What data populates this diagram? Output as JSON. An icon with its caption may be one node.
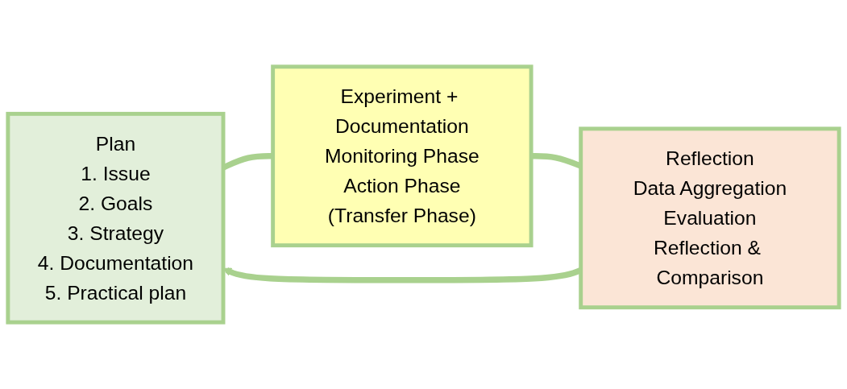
{
  "diagram": {
    "nodes": [
      {
        "text": [
          "Plan",
          "1. Issue",
          "2. Goals",
          "3. Strategy",
          "4. Documentation",
          "5. Practical plan"
        ]
      },
      {
        "text": [
          "Experiment + Documentation",
          "Monitoring Phase",
          "Action Phase",
          "(Transfer Phase)"
        ]
      },
      {
        "text": [
          "Reflection",
          "Data Aggregation",
          "Evaluation",
          "Reflection & Comparison"
        ]
      }
    ],
    "edges": [
      {
        "from": 0,
        "to": 1,
        "arrow": "none"
      },
      {
        "from": 1,
        "to": 2,
        "arrow": "none"
      },
      {
        "from": 2,
        "to": 0,
        "arrow": "to"
      }
    ]
  }
}
